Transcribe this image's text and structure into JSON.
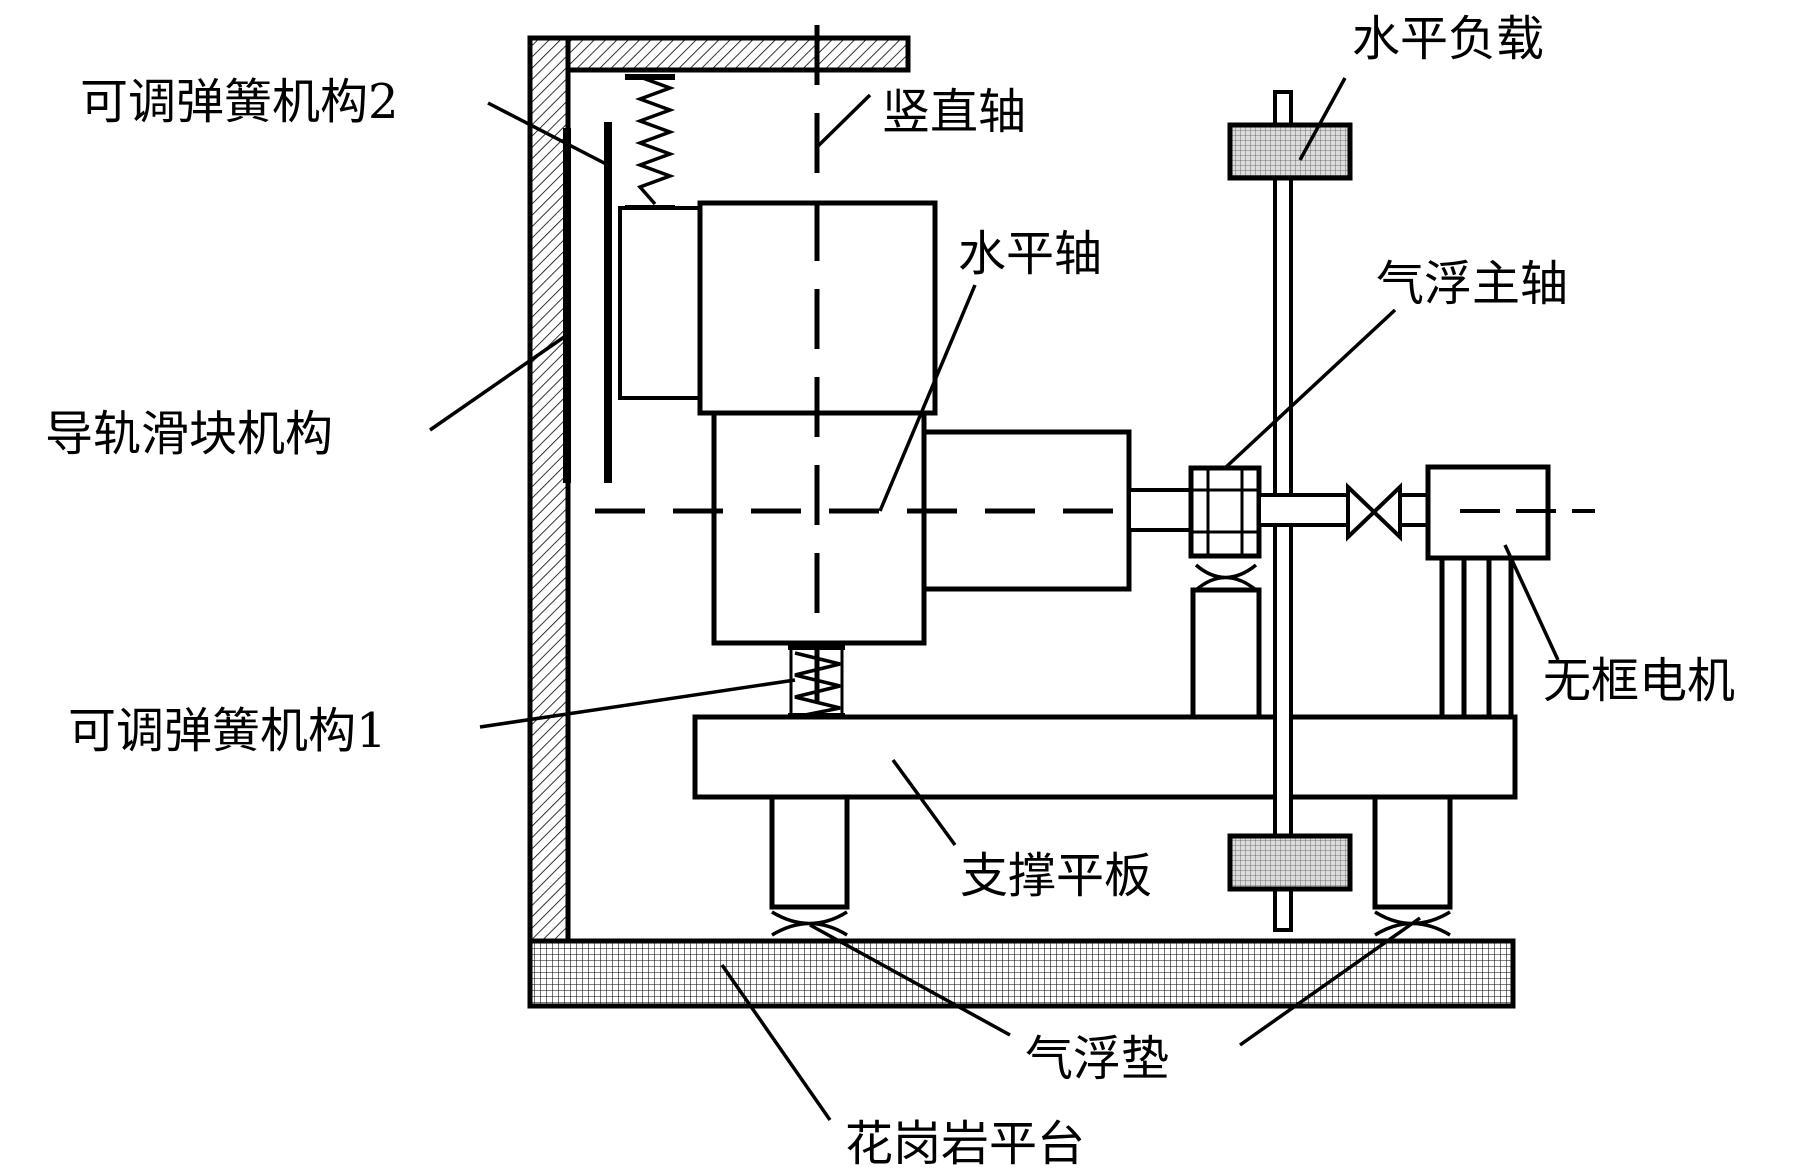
{
  "labels": {
    "spring2": "可调弹簧机构2",
    "vertical_axis": "竖直轴",
    "horizontal_load": "水平负载",
    "horizontal_axis": "水平轴",
    "air_spindle": "气浮主轴",
    "guide_rail": "导轨滑块机构",
    "frameless_motor": "无框电机",
    "spring1": "可调弹簧机构1",
    "support_plate": "支撑平板",
    "air_pad": "气浮垫",
    "granite_platform": "花岗岩平台"
  }
}
